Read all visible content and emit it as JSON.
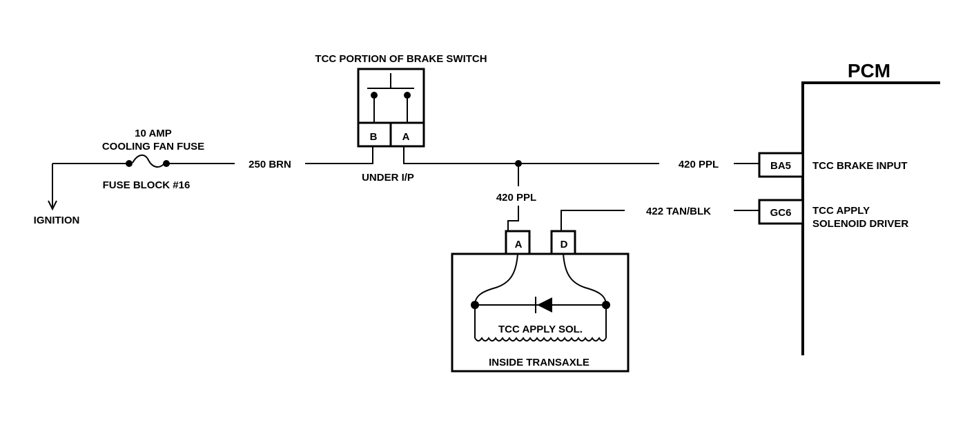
{
  "labels": {
    "fuse_amp": "10 AMP",
    "fuse_name": "COOLING FAN FUSE",
    "fuse_block": "FUSE BLOCK #16",
    "ignition": "IGNITION",
    "wire_250": "250 BRN",
    "brake_switch_title": "TCC PORTION OF BRAKE SWITCH",
    "under_ip": "UNDER I/P",
    "wire_420_top": "420 PPL",
    "wire_420_drop": "420 PPL",
    "wire_422": "422 TAN/BLK",
    "pcm": "PCM",
    "pcm_ba5": "BA5",
    "pcm_gc6": "GC6",
    "tcc_brake_input": "TCC BRAKE INPUT",
    "tcc_apply_line1": "TCC APPLY",
    "tcc_apply_line2": "SOLENOID DRIVER",
    "solenoid": "TCC APPLY SOL.",
    "inside_transaxle": "INSIDE TRANSAXLE"
  },
  "switch_terminals": {
    "b": "B",
    "a": "A"
  },
  "transaxle_terminals": {
    "a": "A",
    "d": "D"
  },
  "colors": {
    "ink": "#000000",
    "paper": "#ffffff"
  }
}
